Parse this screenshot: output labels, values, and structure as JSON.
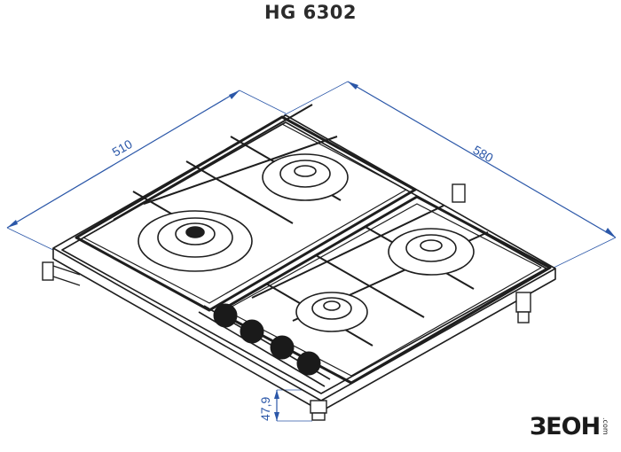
{
  "header": {
    "title": "HG 6302"
  },
  "dimensions": {
    "depth": "510",
    "width": "580",
    "height": "47,9"
  },
  "brand": {
    "name": "ЗЕОН",
    "domain": ".com"
  },
  "colors": {
    "dimension_line": "#2b57a8",
    "outline": "#1e1e1e",
    "knob": "#1a1a1a"
  }
}
